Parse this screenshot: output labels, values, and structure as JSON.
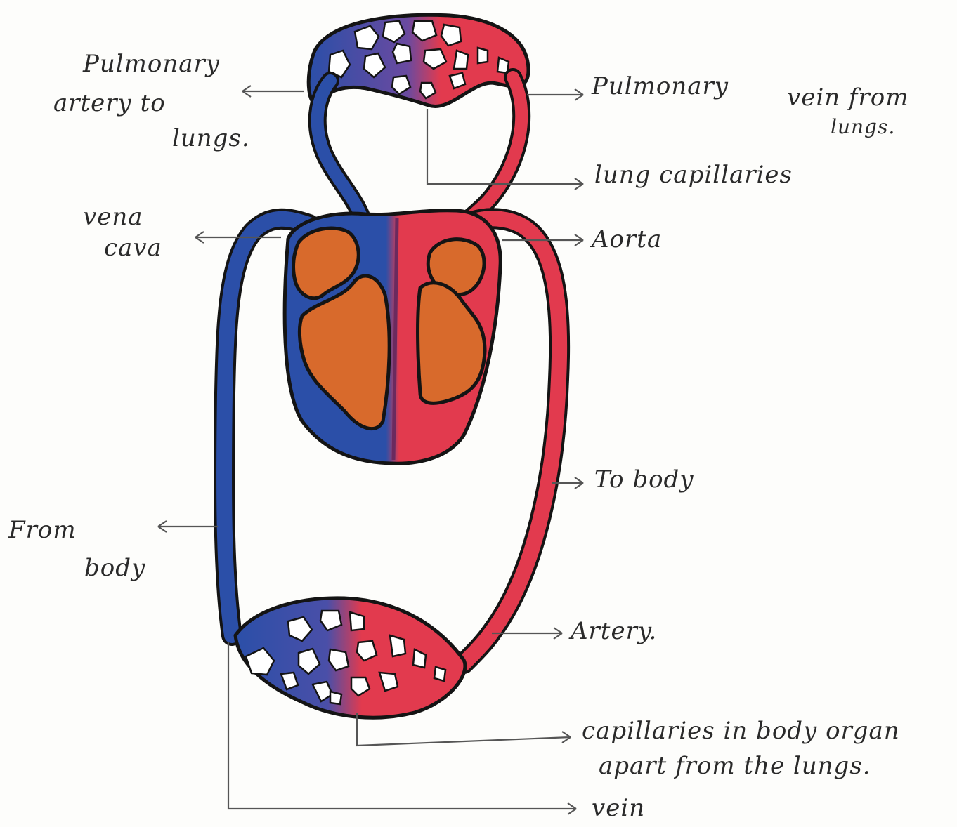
{
  "labels": {
    "pulmonary_artery_l1": "Pulmonary",
    "pulmonary_artery_l2": "artery to",
    "pulmonary_artery_l3": "lungs.",
    "pulmonary_vein_l1": "Pulmonary",
    "pulmonary_vein_l2": "vein from",
    "pulmonary_vein_l3": "lungs.",
    "lung_capillaries": "lung capillaries",
    "vena_cava_l1": "vena",
    "vena_cava_l2": "cava",
    "aorta": "Aorta",
    "to_body": "To body",
    "from_body_l1": "From",
    "from_body_l2": "body",
    "artery": "Artery.",
    "capillaries_l1": "capillaries in body organ",
    "capillaries_l2": "apart from the lungs.",
    "vein": "vein"
  },
  "colors": {
    "deoxygenated": "#2b4fa8",
    "oxygenated": "#e23a4e",
    "heart_chamber": "#d86a2c",
    "outline": "#141414",
    "leader_line": "#555555"
  }
}
